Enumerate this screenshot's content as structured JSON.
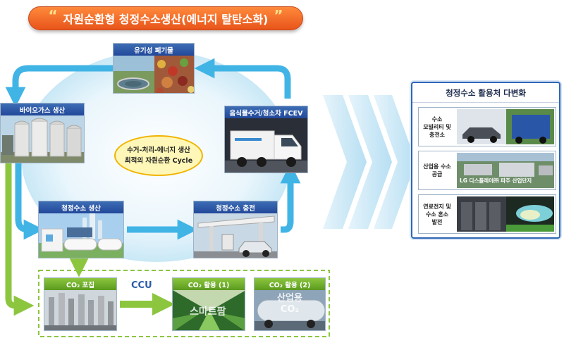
{
  "title": {
    "text": "자원순환형 청정수소생산(에너지 탈탄소화)",
    "open_quote": "“",
    "close_quote": "”"
  },
  "cycle": {
    "organic_waste": "유기성 폐기물",
    "biogas": "바이오가스 생산",
    "fcev": "음식물수거/청소차 FCEV",
    "h2_production": "청정수소 생산",
    "h2_charging": "청정수소 충전",
    "center_line1": "수거-처리-에너지 생산",
    "center_line2": "최적의 자원순환 Cycle"
  },
  "ccu": {
    "label": "CCU",
    "capture": "CO₂ 포집",
    "use1": "CO₂ 활용 (1)",
    "use2": "CO₂ 활용 (2)",
    "use1_overlay": "스마트팜",
    "use2_overlay_line1": "산업용",
    "use2_overlay_line2": "CO₂"
  },
  "panel": {
    "title": "청정수소 활용처 다변화",
    "rows": [
      {
        "label": "수소\n모빌리티 및\n충전소"
      },
      {
        "label": "산업용 수소\n공급",
        "overlay": "LG 디스플레이㈜ 파주 산업단지"
      },
      {
        "label": "연료전지 및\n수소 혼소\n발전"
      }
    ]
  },
  "colors": {
    "arrow_blue": "#41b4e6",
    "arrow_green": "#8cc63f",
    "header_blue": "#2f5aa8",
    "title_orange": "#f06a28"
  }
}
